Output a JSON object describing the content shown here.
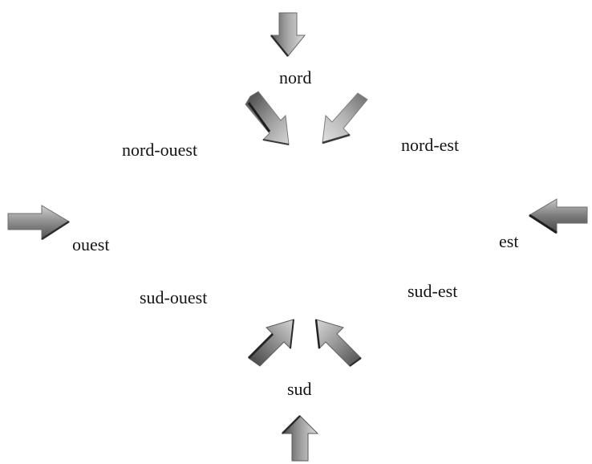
{
  "labels": {
    "north": "nord",
    "north_west": "nord-ouest",
    "north_east": "nord-est",
    "west": "ouest",
    "east": "est",
    "south_west": "sud-ouest",
    "south_east": "sud-est",
    "south": "sud"
  },
  "colors": {
    "arrow_dark": "#3a3a3a",
    "arrow_mid": "#8a8a8a",
    "arrow_light": "#d2d2d2",
    "text": "#141414",
    "background": "#ffffff"
  }
}
